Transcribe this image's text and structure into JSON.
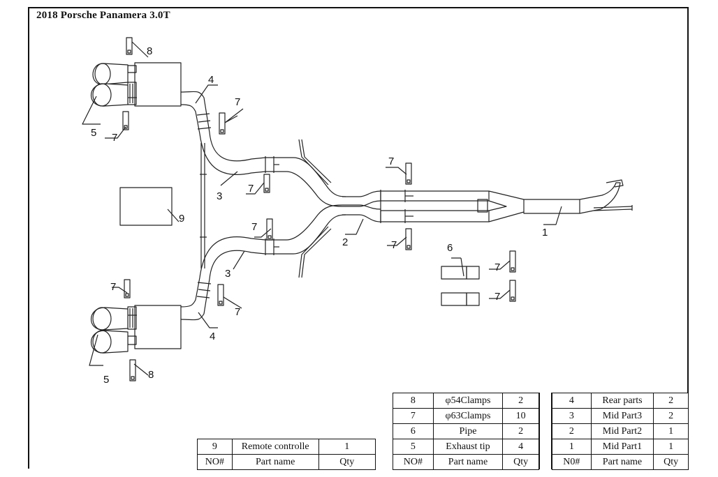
{
  "title": "2018 Porsche  Panamera 3.0T",
  "callouts": {
    "c1": "1",
    "c2": "2",
    "c3a": "3",
    "c3b": "3",
    "c4a": "4",
    "c4b": "4",
    "c5a": "5",
    "c5b": "5",
    "c6": "6",
    "c7a": "7",
    "c7b": "7",
    "c7c": "7",
    "c7d": "7",
    "c7e": "7",
    "c7f": "7",
    "c7g": "7",
    "c7h": "7",
    "c7i": "7",
    "c7j": "7",
    "c8a": "8",
    "c8b": "8",
    "c9": "9"
  },
  "bom_left": {
    "rows": [
      {
        "no": "9",
        "name": "Remote controlle",
        "qty": "1"
      }
    ],
    "header": {
      "no": "NO#",
      "name": "Part name",
      "qty": "Qty"
    }
  },
  "bom_mid": {
    "rows": [
      {
        "no": "8",
        "name": "φ54Clamps",
        "qty": "2"
      },
      {
        "no": "7",
        "name": "φ63Clamps",
        "qty": "10"
      },
      {
        "no": "6",
        "name": "Pipe",
        "qty": "2"
      },
      {
        "no": "5",
        "name": "Exhaust tip",
        "qty": "4"
      }
    ],
    "header": {
      "no": "NO#",
      "name": "Part name",
      "qty": "Qty"
    }
  },
  "bom_right": {
    "rows": [
      {
        "no": "4",
        "name": "Rear parts",
        "qty": "2"
      },
      {
        "no": "3",
        "name": "Mid Part3",
        "qty": "2"
      },
      {
        "no": "2",
        "name": "Mid Part2",
        "qty": "1"
      },
      {
        "no": "1",
        "name": "Mid Part1",
        "qty": "1"
      }
    ],
    "header": {
      "no": "N0#",
      "name": "Part name",
      "qty": "Qty"
    }
  }
}
